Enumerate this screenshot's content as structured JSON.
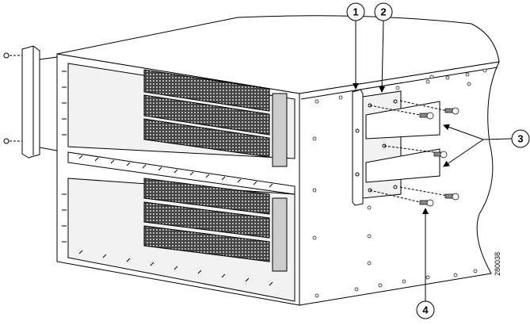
{
  "figure": {
    "callouts": [
      {
        "label": "1"
      },
      {
        "label": "2"
      },
      {
        "label": "3"
      },
      {
        "label": "4"
      }
    ],
    "figure_number": "280038",
    "colors": {
      "line": "#000000",
      "fan_grille": "#555555",
      "side_panel": "#f2f2f2"
    }
  }
}
